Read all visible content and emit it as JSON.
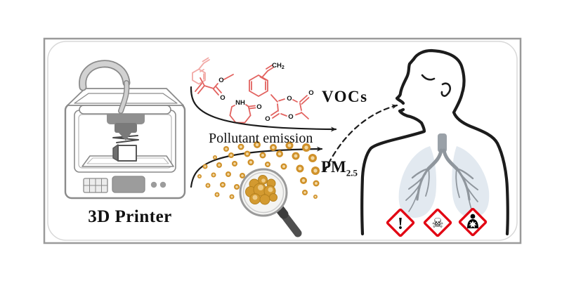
{
  "labels": {
    "printer": "3D Printer",
    "emission": "Pollutant emission",
    "vocs": "VOCs",
    "pm_base": "PM",
    "pm_sub": "2.5"
  },
  "atoms": {
    "o": "O",
    "nh": "NH",
    "ch_base": "CH",
    "ch_sub": "2"
  },
  "hazards": {
    "exclamation": "!",
    "skull": "☠"
  },
  "colors": {
    "chemical_red": "#e2625f",
    "chemical_red_faded": "#f2a9a6",
    "particle_gold": "#d0912a",
    "particle_gold_light": "#f2d9a4",
    "aggregate_gold": "#d39a30",
    "hazard_red": "#e20613",
    "lung_fill": "#dbe3ec",
    "bronchi_gray": "#8f969d",
    "outline_black": "#1c1c1c",
    "printer_gray": "#8a8a8a",
    "frame_gray": "#9a9a9a"
  },
  "particles": [
    [
      322,
      212,
      4
    ],
    [
      343,
      209,
      4.5
    ],
    [
      366,
      206,
      5
    ],
    [
      389,
      210,
      5
    ],
    [
      412,
      207,
      5.5
    ],
    [
      436,
      210,
      6
    ],
    [
      306,
      224,
      3
    ],
    [
      329,
      221,
      4
    ],
    [
      352,
      219,
      4.5
    ],
    [
      374,
      221,
      4.5
    ],
    [
      398,
      219,
      5
    ],
    [
      421,
      222,
      5.5
    ],
    [
      445,
      225,
      6
    ],
    [
      292,
      237,
      3.5
    ],
    [
      312,
      235,
      4
    ],
    [
      334,
      233,
      4
    ],
    [
      357,
      231,
      4.5
    ],
    [
      381,
      234,
      4
    ],
    [
      404,
      237,
      4.5
    ],
    [
      427,
      240,
      5.5
    ],
    [
      449,
      243,
      6
    ],
    [
      284,
      251,
      3
    ],
    [
      304,
      249,
      3.5
    ],
    [
      325,
      248,
      4
    ],
    [
      345,
      250,
      4
    ],
    [
      432,
      257,
      5
    ],
    [
      450,
      261,
      4.5
    ],
    [
      296,
      264,
      3.5
    ],
    [
      317,
      263,
      4
    ],
    [
      337,
      266,
      4
    ],
    [
      434,
      274,
      4
    ],
    [
      449,
      280,
      3
    ],
    [
      309,
      277,
      3.5
    ],
    [
      330,
      280,
      3.5
    ]
  ]
}
